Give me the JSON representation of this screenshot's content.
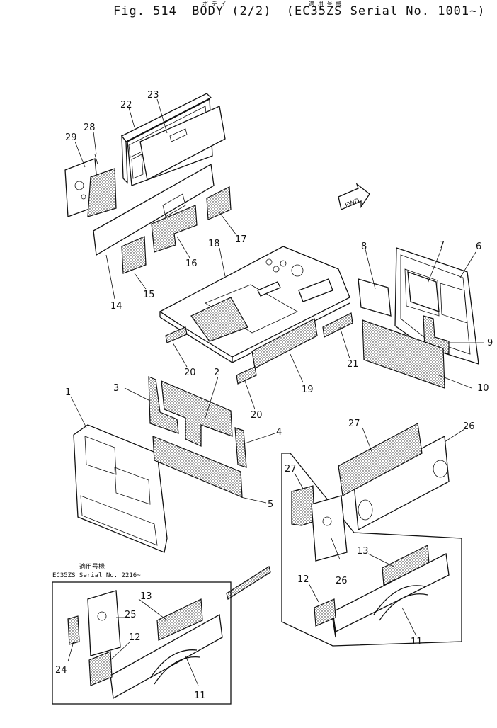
{
  "header": {
    "fig": "Fig. 514",
    "title": "BODY (2/2)",
    "serial": "(EC35ZS Serial No. 1001~)",
    "title_kana": "ボ デ イ",
    "serial_kana": "適 用 号 機"
  },
  "fwd_label": "FWD",
  "inset": {
    "kana": "適用号機",
    "serial": "EC35ZS Serial No. 2216~"
  },
  "callouts": [
    "1",
    "2",
    "3",
    "4",
    "5",
    "6",
    "7",
    "8",
    "9",
    "10",
    "11",
    "11",
    "12",
    "12",
    "13",
    "13",
    "14",
    "15",
    "16",
    "17",
    "18",
    "19",
    "20",
    "20",
    "21",
    "22",
    "23",
    "24",
    "25",
    "26",
    "26",
    "27",
    "27",
    "28",
    "29"
  ]
}
